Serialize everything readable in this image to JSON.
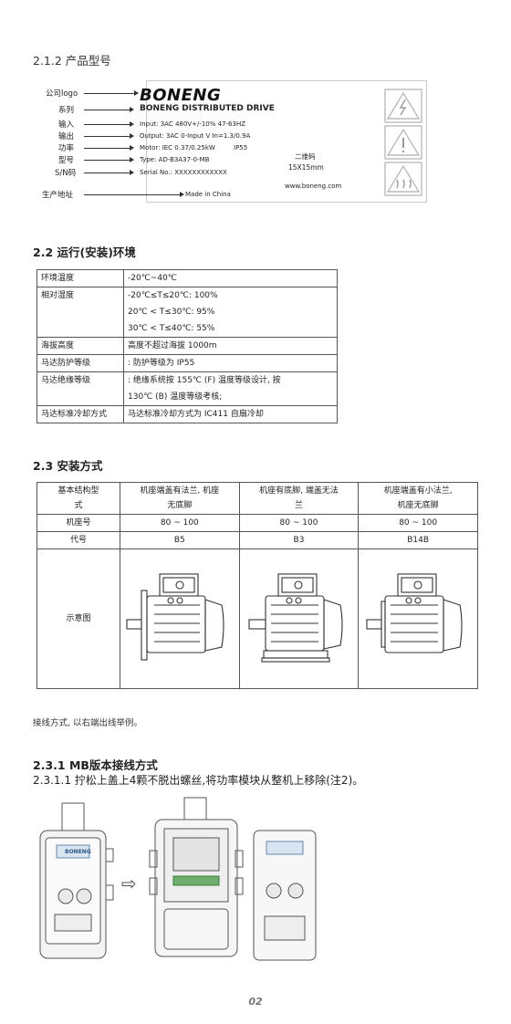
{
  "section_212": {
    "title": "2.1.2 产品型号"
  },
  "nameplate": {
    "labels": [
      "公司logo",
      "系列",
      "输入",
      "输出",
      "功率",
      "型号",
      "S/N码",
      "生产地址"
    ],
    "brand": "BONENG",
    "series": "BONENG DISTRIBUTED DRIVE",
    "input": "Input: 3AC 480V+/-10% 47-63HZ",
    "output": "Output: 3AC  0-Input V  In=1.3/0.9A",
    "motor": "Motor: IEC 0.37/0.25kW",
    "ip": "IP55",
    "type": "Type: AD-B3A37-0-MB",
    "serial": "Serial No.: XXXXXXXXXXXX",
    "made": "Made in China",
    "qr_title": "二维码",
    "qr_size": "15X15mm",
    "website": "www.boneng.com"
  },
  "section_22": {
    "title": "2.2 运行(安装)环境",
    "rows": [
      {
        "key": "环境温度",
        "lines": [
          "-20℃~40℃"
        ]
      },
      {
        "key": "相对湿度",
        "lines": [
          "-20℃≤T≤20℃:  100%",
          "20℃ < T≤30℃:  95%",
          "30℃ < T≤40℃:  55%"
        ]
      },
      {
        "key": "海拔高度",
        "lines": [
          "高度不超过海拔 1000m"
        ]
      },
      {
        "key": "马达防护等级",
        "lines": [
          ":  防护等级为 IP55"
        ]
      },
      {
        "key": "马达绝缘等级",
        "lines": [
          ":  绝缘系统按 155℃ (F) 温度等级设计,  按",
          "130℃ (B) 温度等级考核;"
        ]
      },
      {
        "key": "马达标准冷却方式",
        "lines": [
          "马达标准冷却方式为 IC411 自扇冷却"
        ]
      }
    ]
  },
  "section_23": {
    "title": "2.3 安装方式",
    "header": {
      "label_1": "基本结构型",
      "label_2": "式",
      "col1_1": "机座端盖有法兰,  机座",
      "col1_2": "无底脚",
      "col2_1": "机座有底脚,  端盖无法",
      "col2_2": "兰",
      "col3_1": "机座端盖有小法兰,",
      "col3_2": "机座无底脚"
    },
    "frame_label": "机座号",
    "frames": [
      "80 ~ 100",
      "80 ~ 100",
      "80 ~ 100"
    ],
    "code_label": "代号",
    "codes": [
      "B5",
      "B3",
      "B14B"
    ],
    "diagram_label": "示意图"
  },
  "wiring_note": "接线方式, 以右端出线举例。",
  "section_231": {
    "title": "2.3.1 MB版本接线方式",
    "step": "2.3.1.1 拧松上盖上4颗不脱出螺丝,将功率模块从整机上移除(注2)。"
  },
  "drive_images": {
    "logo_text": "BONENG",
    "arrow": "⇨"
  },
  "page_number": "02"
}
